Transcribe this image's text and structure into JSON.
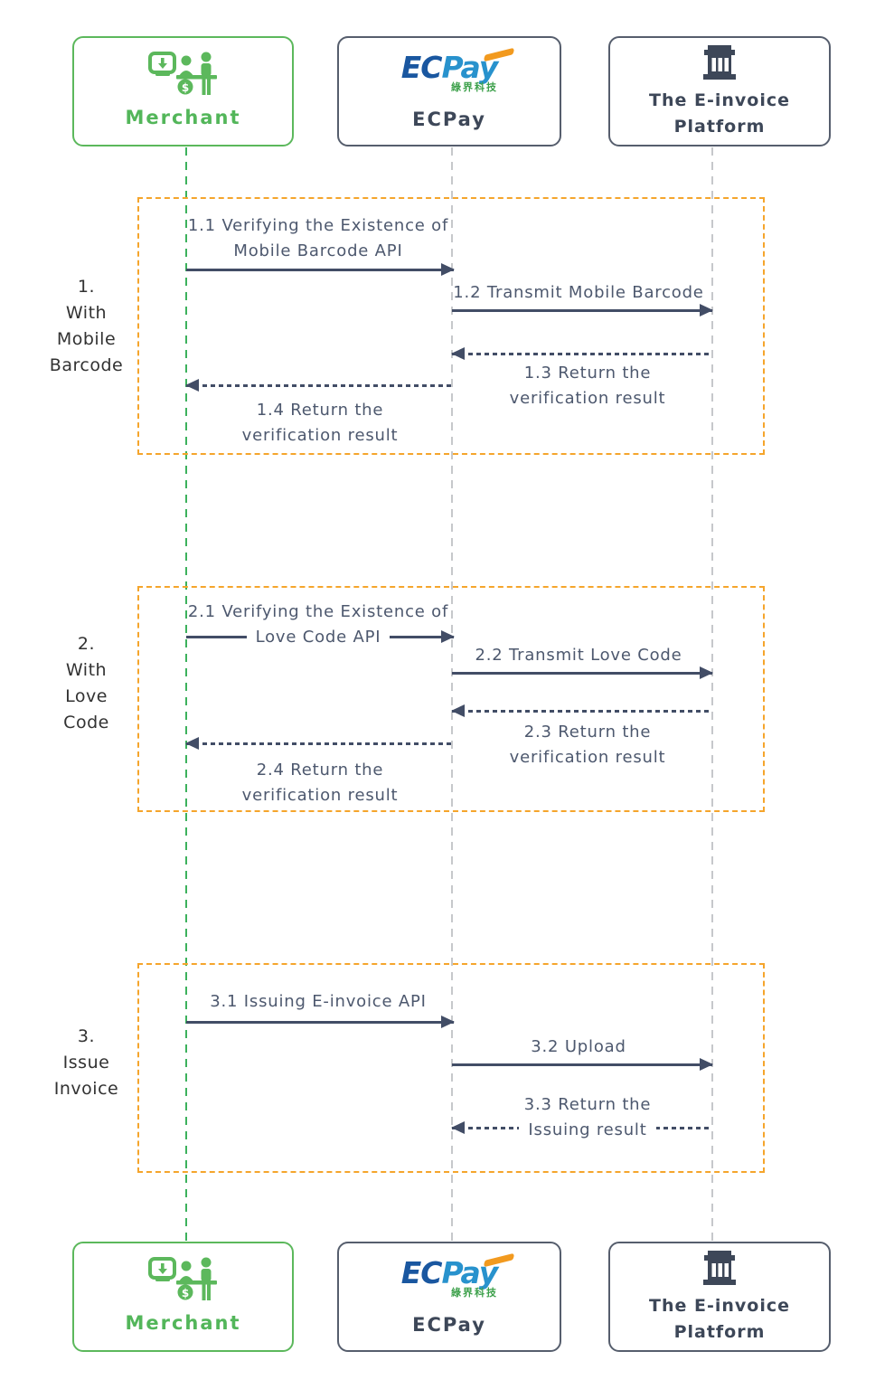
{
  "colors": {
    "green": "#5cb85c",
    "slate": "#424d66",
    "orange_group_border": "#f5a52c",
    "gray_lifeline": "#c6c8cb",
    "ecpay_blue_dark": "#1a57a0",
    "ecpay_blue": "#2892cd",
    "ecpay_orange": "#f29a1f",
    "ecpay_green": "#3ca04a"
  },
  "actors": {
    "merchant": {
      "label": "Merchant"
    },
    "ecpay": {
      "label": "ECPay",
      "logo_ec": "EC",
      "logo_pay": "Pay",
      "logo_tagline": "綠界科技"
    },
    "platform": {
      "line1": "The E-invoice",
      "line2": "Platform"
    }
  },
  "sections": [
    {
      "label_lines": [
        "1.",
        "With",
        "Mobile",
        "Barcode"
      ],
      "messages": {
        "m1_line1": "1.1 Verifying the Existence of",
        "m1_line2": "Mobile Barcode API",
        "m2": "1.2 Transmit Mobile Barcode",
        "m3_line1": "1.3 Return the",
        "m3_line2": "verification result",
        "m4_line1": "1.4 Return the",
        "m4_line2": "verification result"
      }
    },
    {
      "label_lines": [
        "2.",
        "With",
        "Love",
        "Code"
      ],
      "messages": {
        "m1_line1": "2.1 Verifying the Existence of",
        "m1_line2": "Love Code API",
        "m2": "2.2 Transmit Love Code",
        "m3_line1": "2.3 Return the",
        "m3_line2": "verification result",
        "m4_line1": "2.4 Return the",
        "m4_line2": "verification result"
      }
    },
    {
      "label_lines": [
        "3.",
        "Issue",
        "Invoice"
      ],
      "messages": {
        "m1": "3.1 Issuing E-invoice API",
        "m2": "3.2 Upload",
        "m3_line1": "3.3 Return the",
        "m3_line2": "Issuing result"
      }
    }
  ]
}
